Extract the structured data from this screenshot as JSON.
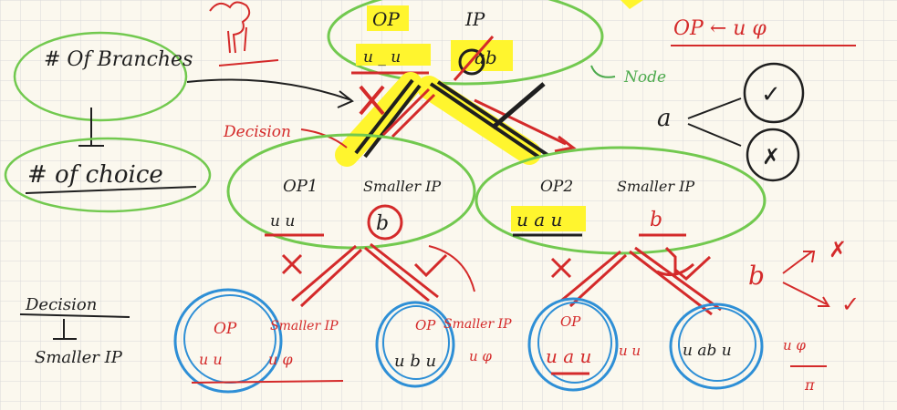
{
  "colors": {
    "paper": "#fbf8ee",
    "grid": "#d9d9d9",
    "green": "#72c94f",
    "blue": "#2e8fd6",
    "red": "#d42a2a",
    "yellow": "#fff52e",
    "ink": "#1f1f1f"
  },
  "left_notes": {
    "branches": "# Of Branches",
    "choices": "# of choice",
    "decision": "Decision",
    "smaller_ip": "Smaller IP"
  },
  "root": {
    "op_label": "OP",
    "ip_label": "IP",
    "op_value": "u _ u",
    "ip_value": "ab",
    "node_label": "Node"
  },
  "decision_label": "Decision",
  "op1": {
    "op_label": "OP1",
    "ip_label": "Smaller IP",
    "op_value": "u   u",
    "ip_value": "b"
  },
  "op2": {
    "op_label": "OP2",
    "ip_label": "Smaller IP",
    "op_value": "u a u",
    "ip_value": "b"
  },
  "leaves": [
    {
      "op_label": "OP",
      "ip_label": "Smaller IP",
      "op_value": "u   u",
      "ip_value": "u  φ"
    },
    {
      "op_label": "OP",
      "ip_label": "Smaller IP",
      "op_value": "u b u",
      "ip_value": "u  φ"
    },
    {
      "op_label": "OP",
      "ip_label": "",
      "op_value": "u a u",
      "ip_value": "u  u"
    },
    {
      "op_label": "",
      "ip_label": "",
      "op_value": "u ab u",
      "ip_value": "u  φ"
    }
  ],
  "legend": {
    "op_formula": "OP ←  u  φ",
    "a": "a",
    "b": "b",
    "check": "✓",
    "cross": "✗"
  }
}
